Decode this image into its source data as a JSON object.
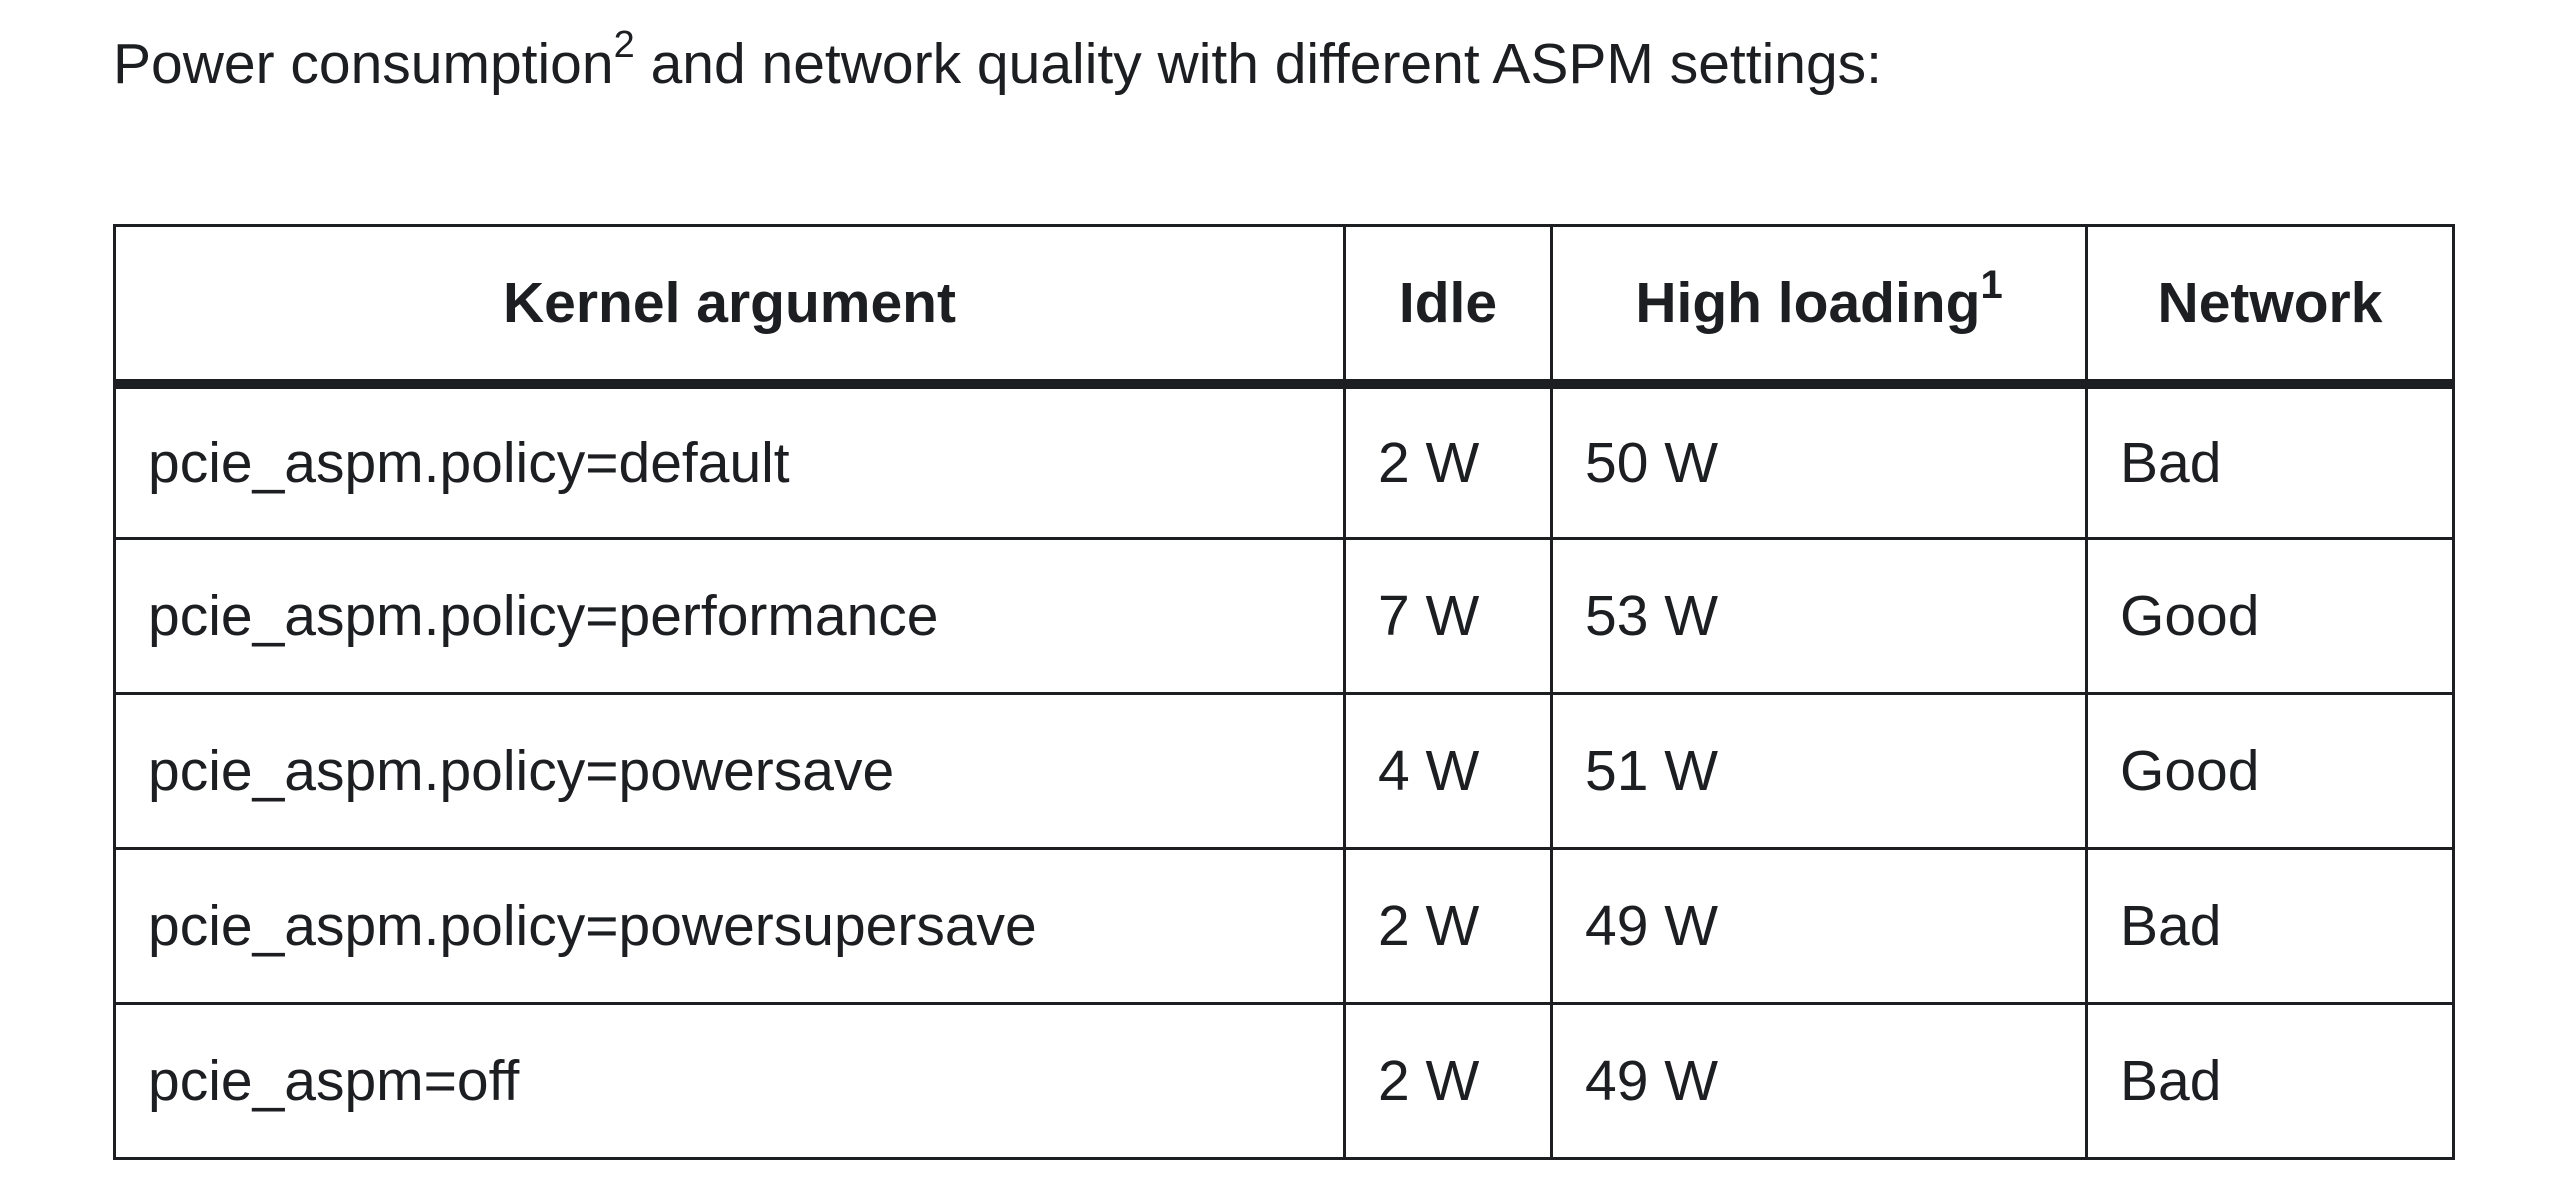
{
  "intro": {
    "text_before": "Power consumption",
    "superscript": "2",
    "text_after": " and network quality with different ASPM settings:"
  },
  "table": {
    "headers": [
      {
        "label": "Kernel argument",
        "sup": ""
      },
      {
        "label": "Idle",
        "sup": ""
      },
      {
        "label": "High loading",
        "sup": "1"
      },
      {
        "label": "Network",
        "sup": ""
      }
    ],
    "rows": [
      [
        "pcie_aspm.policy=default",
        "2 W",
        "50 W",
        "Bad"
      ],
      [
        "pcie_aspm.policy=performance",
        "7 W",
        "53 W",
        "Good"
      ],
      [
        "pcie_aspm.policy=powersave",
        "4 W",
        "51 W",
        "Good"
      ],
      [
        "pcie_aspm.policy=powersupersave",
        "2 W",
        "49 W",
        "Bad"
      ],
      [
        "pcie_aspm=off",
        "2 W",
        "49 W",
        "Bad"
      ]
    ]
  }
}
